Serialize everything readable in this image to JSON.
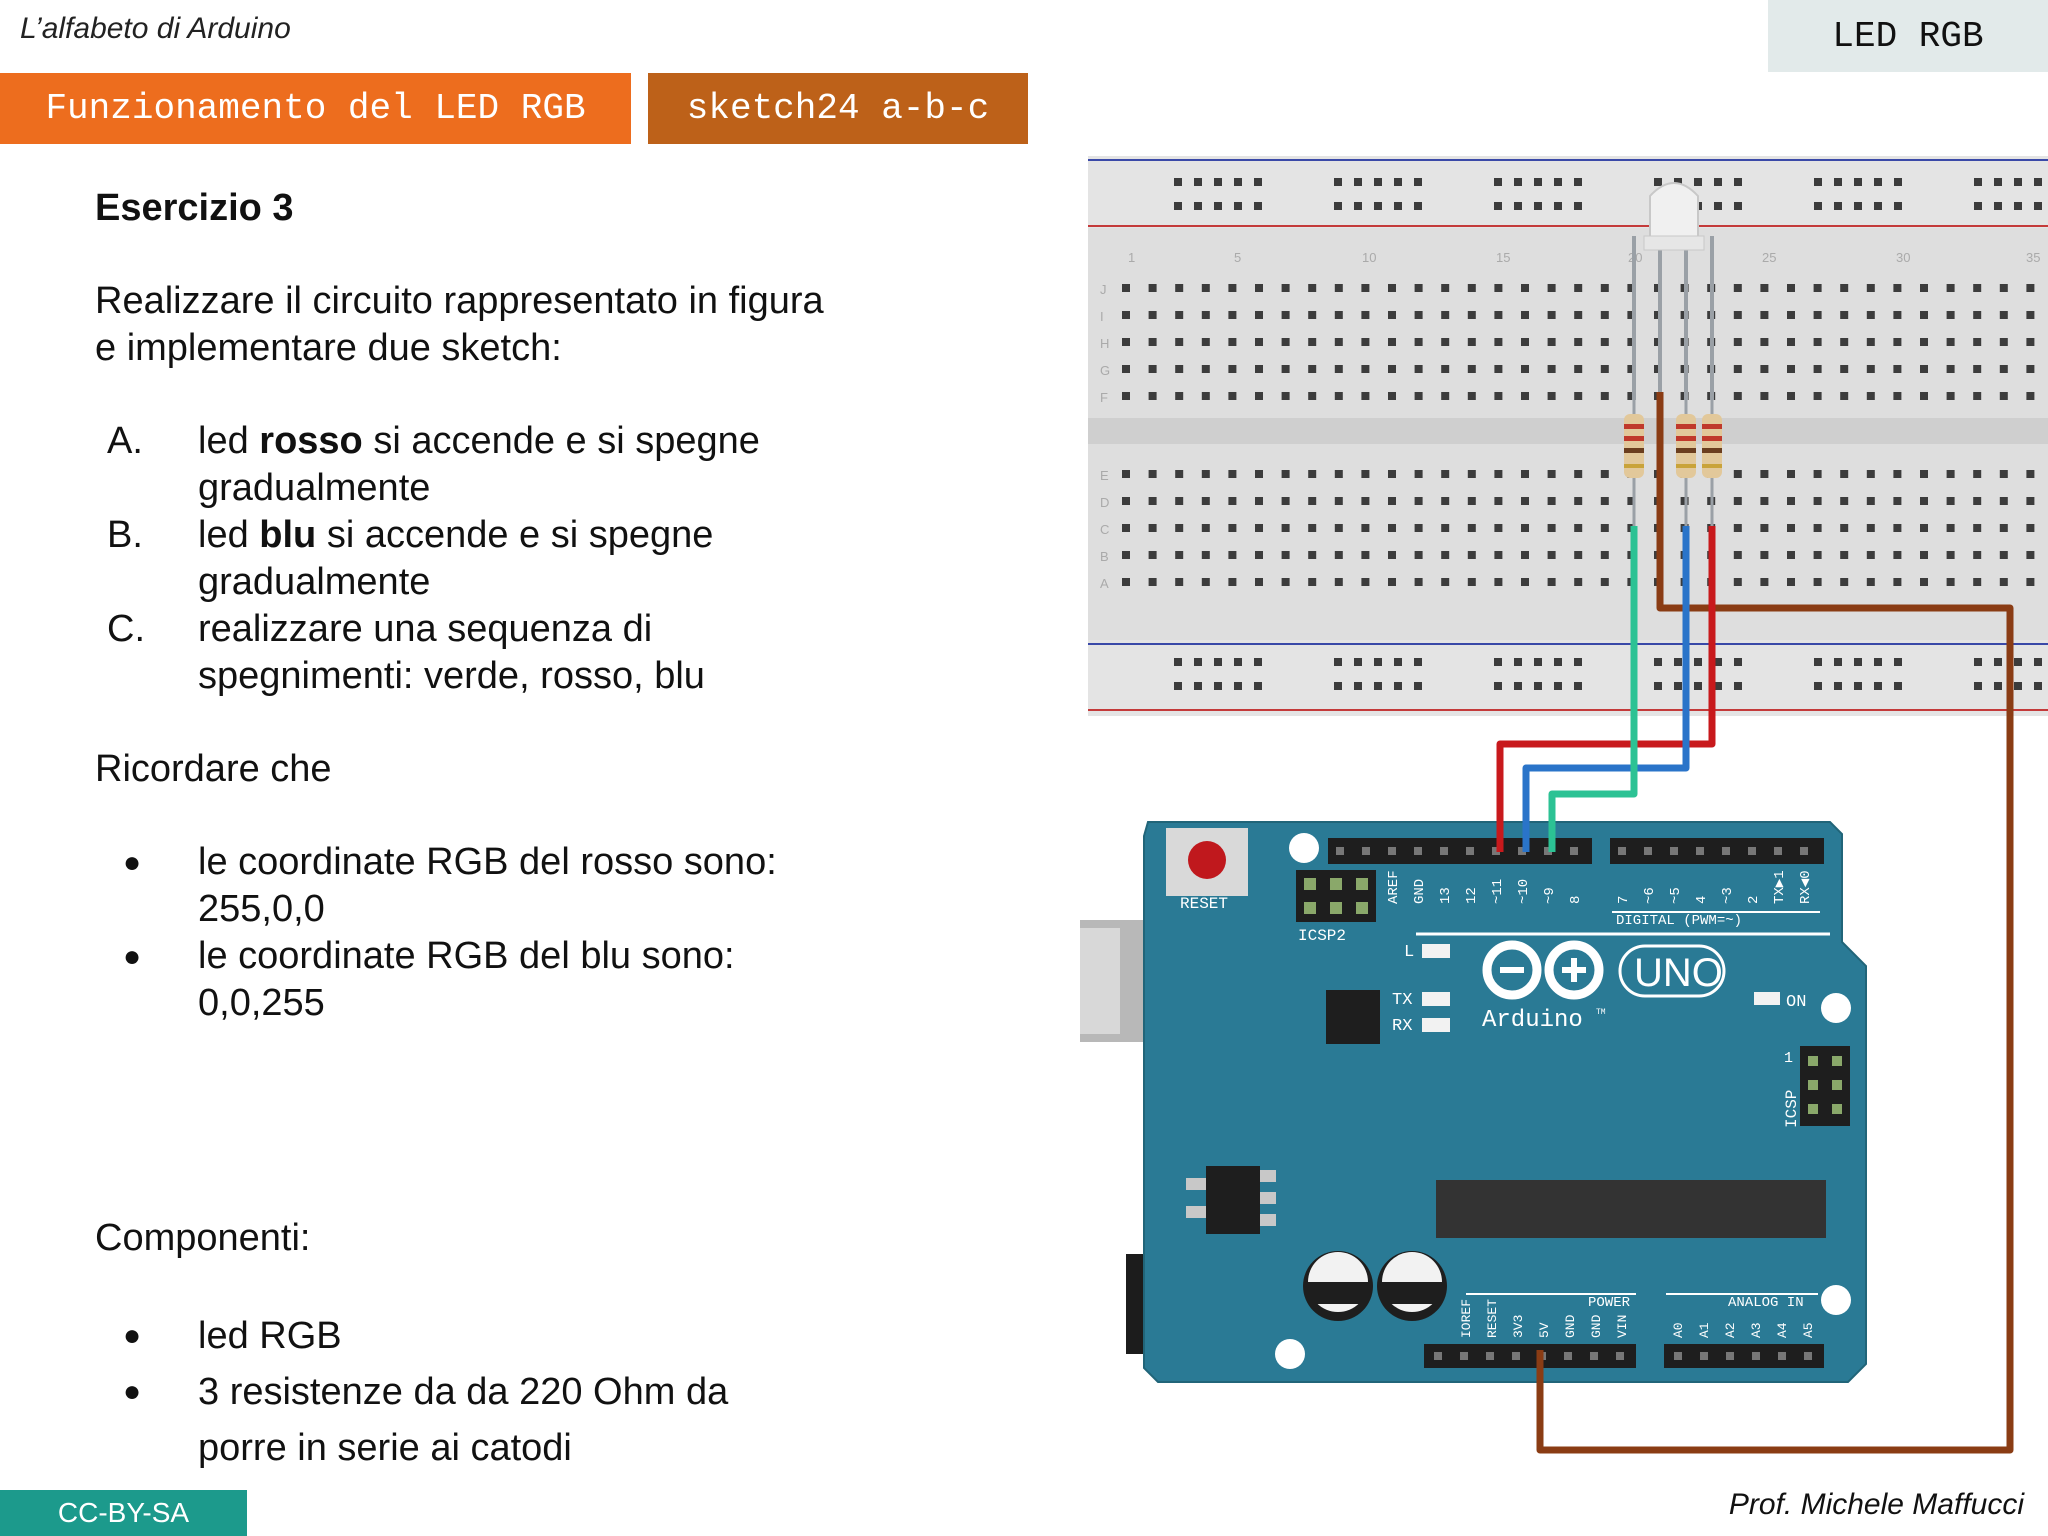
{
  "header": {
    "title": "L’alfabeto di Arduino",
    "topic": "LED RGB"
  },
  "tabs": [
    {
      "label": "Funzionamento del LED RGB"
    },
    {
      "label": "sketch24 a-b-c"
    }
  ],
  "exercise": {
    "heading": "Esercizio 3",
    "intro": "Realizzare il circuito rappresentato in figura e implementare due sketch:",
    "tasks": [
      {
        "marker": "A.",
        "pre": "led ",
        "bold": "rosso",
        "post": " si accende e si spegne gradualmente"
      },
      {
        "marker": "B.",
        "pre": "led ",
        "bold": "blu",
        "post": " si accende e si spegne gradualmente"
      },
      {
        "marker": "C.",
        "pre": "realizzare una sequenza di spegnimenti: verde, rosso, blu",
        "bold": "",
        "post": ""
      }
    ],
    "reminder_heading": "Ricordare che",
    "reminders": [
      "le coordinate RGB del rosso sono: 255,0,0",
      "le coordinate RGB del blu sono: 0,0,255"
    ],
    "components_heading": "Componenti:",
    "components": [
      "led RGB",
      "3 resistenze da da 220 Ohm da porre in serie ai catodi"
    ],
    "bullet": "●"
  },
  "footer": {
    "license": "CC-BY-SA",
    "author": "Prof. Michele Maffucci"
  },
  "diagram": {
    "breadboard": {
      "row_letters_top": [
        "J",
        "I",
        "H",
        "G",
        "F"
      ],
      "row_letters_bottom": [
        "E",
        "D",
        "C",
        "B",
        "A"
      ],
      "column_numbers": [
        "1",
        "5",
        "10",
        "15",
        "20",
        "25",
        "30",
        "35"
      ]
    },
    "arduino": {
      "reset_label": "RESET",
      "icsp2_label": "ICSP2",
      "icsp_label": "ICSP",
      "digital_label": "DIGITAL (PWM=~)",
      "digital_pins": [
        "AREF",
        "GND",
        "13",
        "12",
        "~11",
        "~10",
        "~9",
        "8",
        "7",
        "~6",
        "~5",
        "4",
        "~3",
        "2",
        "TX▶1",
        "RX◀0"
      ],
      "l_label": "L",
      "tx_label": "TX",
      "rx_label": "RX",
      "on_label": "ON",
      "one_label": "1",
      "model": "UNO",
      "brand": "Arduino",
      "tm": "TM",
      "power_label": "POWER",
      "power_pins": [
        "IOREF",
        "RESET",
        "3V3",
        "5V",
        "GND",
        "GND",
        "VIN"
      ],
      "analog_label": "ANALOG IN",
      "analog_pins": [
        "A0",
        "A1",
        "A2",
        "A3",
        "A4",
        "A5"
      ]
    },
    "colors": {
      "red_wire": "#c8191c",
      "blue_wire": "#2a74c9",
      "green_wire": "#2cc294",
      "brown_wire": "#8a3c14",
      "board": "#2a7a95"
    }
  }
}
